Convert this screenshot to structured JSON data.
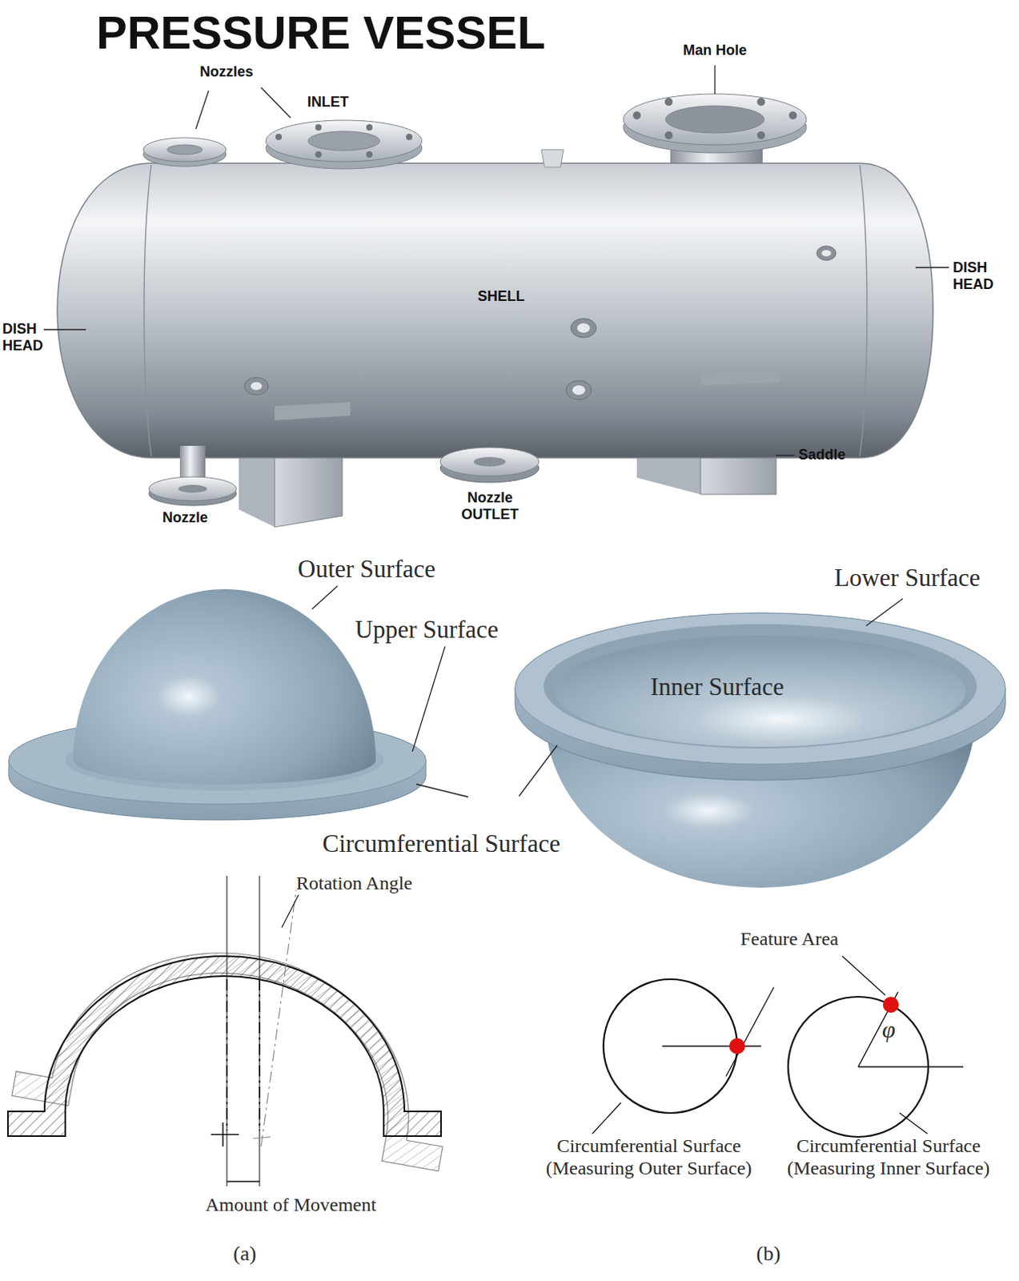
{
  "diagram": {
    "title": "PRESSURE VESSEL",
    "labels": [
      "Nozzles",
      "INLET",
      "Man Hole",
      "SHELL",
      "DISH HEAD",
      "DISH HEAD",
      "Saddle",
      "Nozzle",
      "Nozzle OUTLET",
      "Outer Surface",
      "Upper Surface",
      "Lower Surface",
      "Inner Surface",
      "Circumferential Surface",
      "Rotation Angle",
      "Amount of Movement",
      "(a)",
      "Feature Area",
      "φ",
      "Circumferential Surface (Measuring Outer Surface)",
      "Circumferential Surface (Measuring Inner Surface)",
      "(b)"
    ]
  }
}
